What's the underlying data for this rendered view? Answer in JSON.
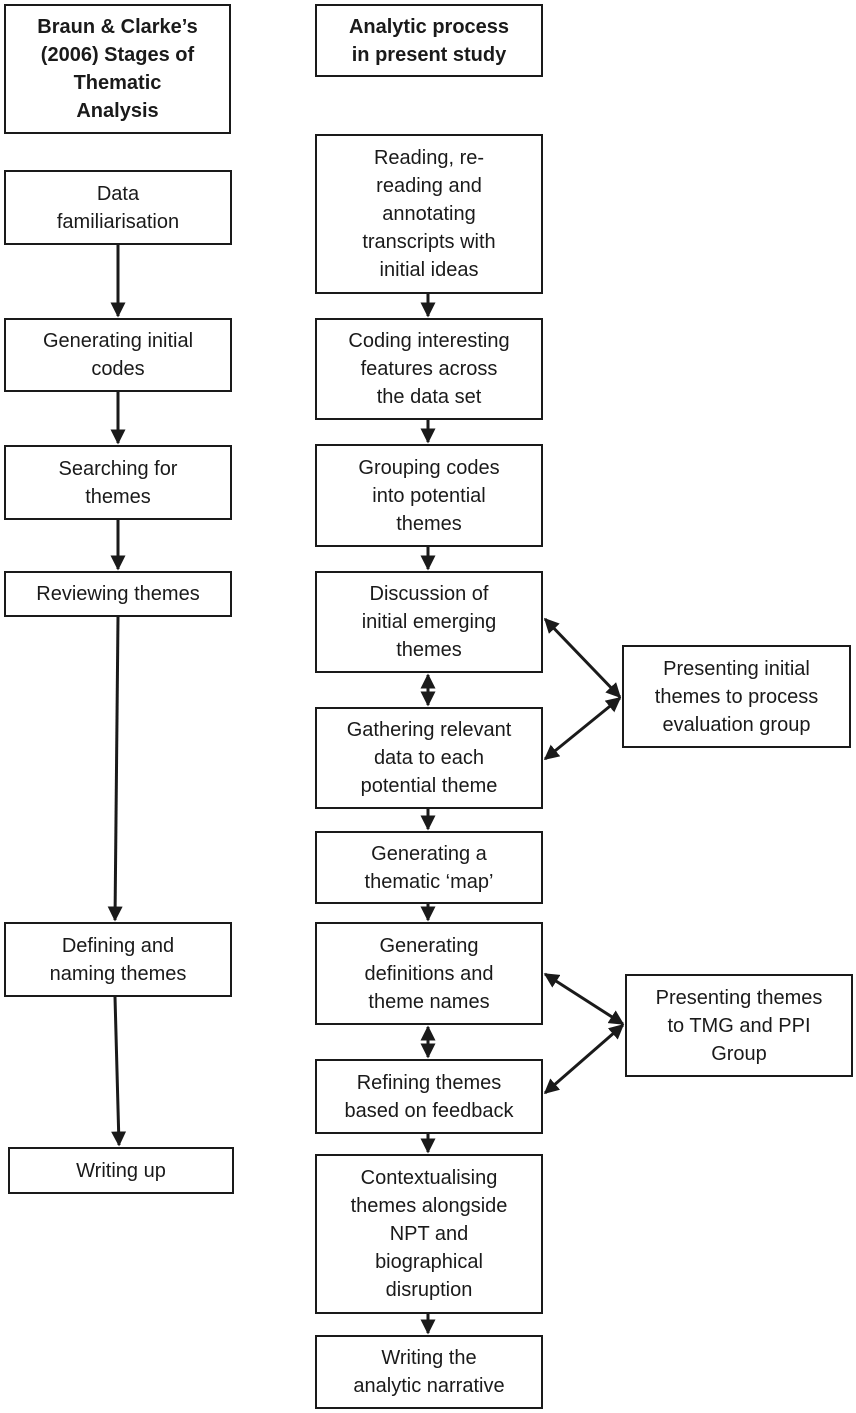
{
  "left_header": "Braun & Clarke’s\n(2006) Stages of\nThematic\nAnalysis",
  "right_header": "Analytic process\nin present study",
  "left_stages": [
    "Data\nfamiliarisation",
    "Generating initial\ncodes",
    "Searching for\nthemes",
    "Reviewing themes",
    "Defining and\nnaming themes",
    "Writing up"
  ],
  "process_steps": [
    "Reading, re-\nreading and\nannotating\ntranscripts with\ninitial ideas",
    "Coding interesting\nfeatures across\nthe data set",
    "Grouping codes\ninto potential\nthemes",
    "Discussion of\ninitial emerging\nthemes",
    "Gathering relevant\ndata to each\npotential theme",
    "Generating a\nthematic ‘map’",
    "Generating\ndefinitions and\ntheme names",
    "Refining themes\nbased on feedback",
    "Contextualising\nthemes alongside\nNPT and\nbiographical\ndisruption",
    "Writing the\nanalytic narrative"
  ],
  "side_groups": [
    "Presenting initial\nthemes to process\nevaluation group",
    "Presenting themes\nto TMG and PPI\nGroup"
  ]
}
